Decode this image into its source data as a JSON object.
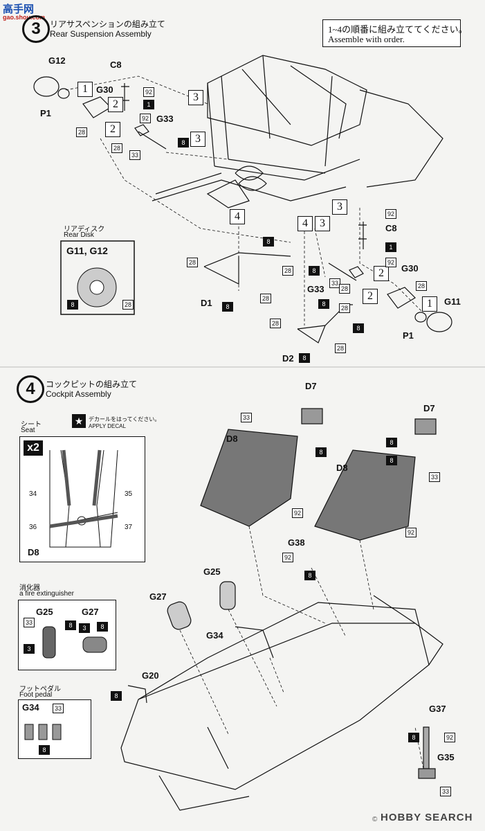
{
  "watermark_top": {
    "logo": "高手网",
    "url": "gao.shou.com"
  },
  "step3": {
    "number": "3",
    "title_jp": "リアサスペンションの組み立て",
    "title_en": "Rear Suspension Assembly",
    "note_jp": "1~4の順番に組み立ててください。",
    "note_en": "Assemble with order.",
    "rear_disk": {
      "label_jp": "リアディスク",
      "label_en": "Rear Disk",
      "parts": "G11, G12",
      "num_left": "8",
      "num_right": "28"
    },
    "labels": [
      "G12",
      "C8",
      "G30",
      "P1",
      "G33",
      "C8",
      "G30",
      "G33",
      "G11",
      "D1",
      "D2",
      "P1"
    ],
    "order_marks": [
      "1",
      "2",
      "2",
      "3",
      "3",
      "4",
      "4",
      "3",
      "3",
      "2",
      "2",
      "1"
    ],
    "paint_numbers": [
      "92",
      "1",
      "92",
      "28",
      "28",
      "8",
      "33",
      "28",
      "8",
      "28",
      "8",
      "28",
      "8",
      "92",
      "1",
      "92",
      "8",
      "33",
      "28",
      "28",
      "8",
      "28",
      "8",
      "28",
      "28"
    ]
  },
  "step4": {
    "number": "4",
    "title_jp": "コックピットの組み立て",
    "title_en": "Cockpit Assembly",
    "seat": {
      "label_jp": "シート",
      "label_en": "Seat",
      "qty": "x2",
      "decal_jp": "デカールをはってください。",
      "decal_en": "APPLY DECAL",
      "decals": [
        "34",
        "35",
        "36",
        "37"
      ],
      "part": "D8"
    },
    "extinguisher": {
      "label_jp": "消化器",
      "label_en": "a fire extinguisher",
      "parts": [
        "G25",
        "G27"
      ],
      "nums": [
        "33",
        "8",
        "3",
        "3",
        "8"
      ]
    },
    "foot_pedal": {
      "label_jp": "フットペダル",
      "label_en": "Foot pedal",
      "part": "G34",
      "num_a": "33",
      "num_b": "8"
    },
    "labels": [
      "D7",
      "D7",
      "D8",
      "D8",
      "G38",
      "G25",
      "G27",
      "G34",
      "G20",
      "G37",
      "G35"
    ],
    "paint_numbers": [
      "33",
      "8",
      "8",
      "92",
      "8",
      "33",
      "92",
      "92",
      "8",
      "8",
      "92",
      "8",
      "33"
    ]
  },
  "watermark_bottom": {
    "logo": "HOBBY SEARCH",
    "copyright": "©"
  }
}
